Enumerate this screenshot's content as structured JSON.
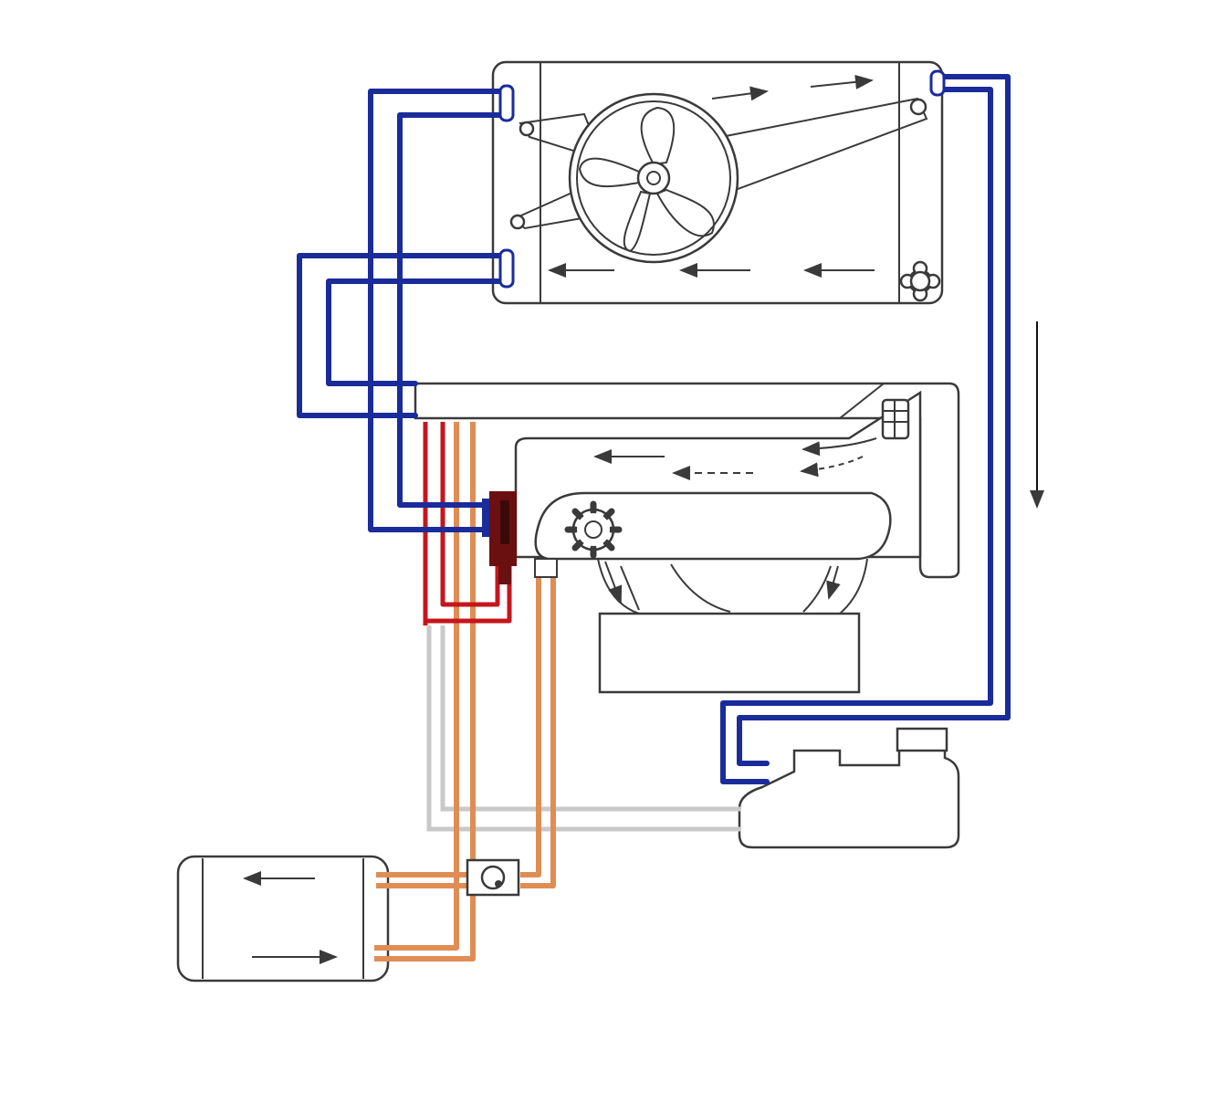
{
  "diagram": {
    "labels": [],
    "colors": {
      "cold_coolant": "#1a2b9a",
      "hot_coolant": "#c4161c",
      "heater_loop": "#e08d55",
      "return_line": "#c9c9c9",
      "thermostat": "#6b1010",
      "outline": "#3a3a3a"
    },
    "components": [
      {
        "id": "radiator",
        "icon": "fan-icon"
      },
      {
        "id": "engine-block",
        "icon": "gear-icon"
      },
      {
        "id": "expansion-tank",
        "icon": "tank-icon"
      },
      {
        "id": "heater-core",
        "icon": "heater-core-icon"
      },
      {
        "id": "water-pump",
        "icon": "pump-icon"
      },
      {
        "id": "thermostat",
        "icon": "thermostat-icon"
      }
    ]
  }
}
